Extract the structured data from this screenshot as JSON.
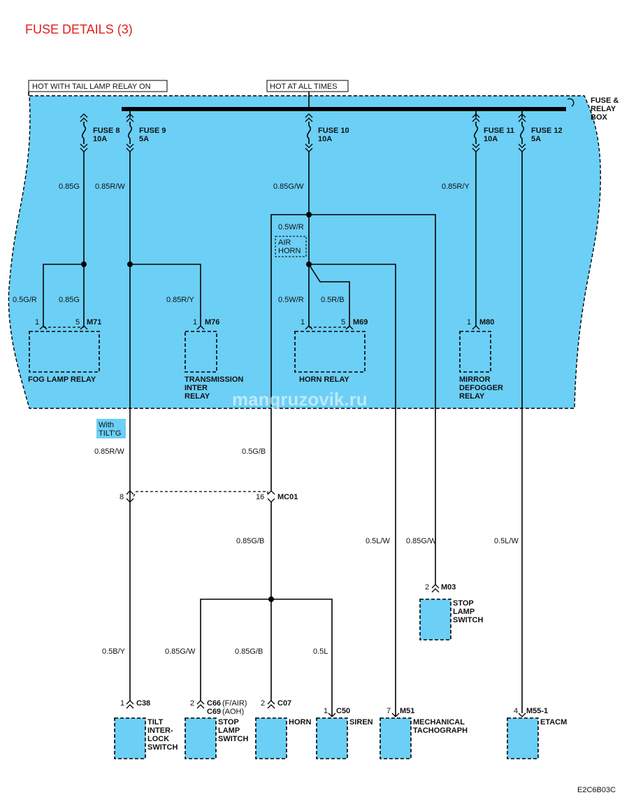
{
  "title": "FUSE DETAILS (3)",
  "figure_code": "E2C6B03C",
  "watermark": "mangruzovik.ru",
  "box_name": [
    "FUSE &",
    "RELAY",
    "BOX"
  ],
  "power_sources": {
    "tail": "HOT WITH TAIL LAMP RELAY ON",
    "always": "HOT AT ALL TIMES"
  },
  "fuses": {
    "f8": {
      "name": "FUSE 8",
      "rating": "10A"
    },
    "f9": {
      "name": "FUSE 9",
      "rating": "5A"
    },
    "f10": {
      "name": "FUSE 10",
      "rating": "10A"
    },
    "f11": {
      "name": "FUSE 11",
      "rating": "10A"
    },
    "f12": {
      "name": "FUSE 12",
      "rating": "5A"
    }
  },
  "wires": {
    "w1": "0.85G",
    "w2": "0.85R/W",
    "w3": "0.85G/W",
    "w4": "0.85R/Y",
    "w5": "0.5G/R",
    "w6": "0.85G",
    "w7": "0.85R/Y",
    "w8": "0.5W/R",
    "w9": "0.5W/R",
    "w10": "0.5R/B",
    "w11": "0.85R/W",
    "w12": "0.5G/B",
    "w13": "0.85G/B",
    "w14": "0.5L/W",
    "w15": "0.85G/W",
    "w16": "0.5L/W",
    "w17": "0.5B/Y",
    "w18": "0.85G/W",
    "w19": "0.85G/B",
    "w20": "0.5L"
  },
  "option_boxes": {
    "air_horn": [
      "AIR",
      "HORN"
    ],
    "with_tilt": [
      "With",
      "TILT'G"
    ]
  },
  "relays": {
    "fog": {
      "connector": "M71",
      "pin_a": "1",
      "pin_b": "5",
      "name": [
        "FOG LAMP RELAY"
      ]
    },
    "trans": {
      "connector": "M76",
      "pin": "1",
      "name": [
        "TRANSMISSION",
        "INTER",
        "RELAY"
      ]
    },
    "horn": {
      "connector": "M69",
      "pin_a": "1",
      "pin_b": "5",
      "name": [
        "HORN RELAY"
      ]
    },
    "mirror": {
      "connector": "M80",
      "pin": "1",
      "name": [
        "MIRROR",
        "DEFOGGER",
        "RELAY"
      ]
    }
  },
  "mc01": {
    "connector": "MC01",
    "pin_left": "8",
    "pin_right": "16"
  },
  "m03": {
    "connector": "M03",
    "pin": "2",
    "name": [
      "STOP",
      "LAMP",
      "SWITCH"
    ]
  },
  "bottom": {
    "c38": {
      "connector": "C38",
      "pin": "1",
      "name": [
        "TILT",
        "INTER-",
        "LOCK",
        "SWITCH"
      ]
    },
    "c66": {
      "connector": "C66",
      "connector_note": "(F/AIR)",
      "connector2": "C69",
      "connector2_note": "(AOH)",
      "pin": "2",
      "name": [
        "STOP",
        "LAMP",
        "SWITCH"
      ]
    },
    "c07": {
      "connector": "C07",
      "pin": "2",
      "name": [
        "HORN"
      ]
    },
    "c50": {
      "connector": "C50",
      "pin": "1",
      "name": [
        "SIREN"
      ]
    },
    "m51": {
      "connector": "M51",
      "pin": "7",
      "name": [
        "MECHANICAL",
        "TACHOGRAPH"
      ]
    },
    "m55": {
      "connector": "M55-1",
      "pin": "4",
      "name": [
        "ETACM"
      ]
    }
  },
  "colors": {
    "title": "#e0201c",
    "box_fill": "#6ccff6",
    "line": "#000000"
  }
}
